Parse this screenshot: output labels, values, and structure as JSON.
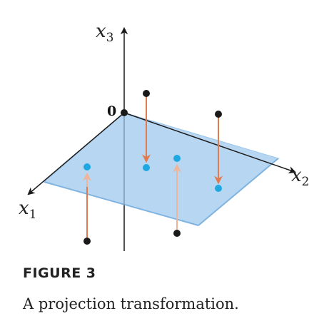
{
  "figure": {
    "label": "FIGURE 3",
    "caption": "A projection transformation."
  },
  "axes": {
    "x1": {
      "base": "x",
      "sub": "1"
    },
    "x2": {
      "base": "x",
      "sub": "2"
    },
    "x3": {
      "base": "x",
      "sub": "3"
    },
    "origin": "0"
  },
  "colors": {
    "plane_fill": "#b7d6f2",
    "plane_edge": "#7fb3e0",
    "axis": "#1a1a1a",
    "arrow_down": "#e07a4f",
    "arrow_up": "#f0b49a",
    "point_black": "#1a1a1a",
    "point_blue": "#1ea7e1"
  }
}
